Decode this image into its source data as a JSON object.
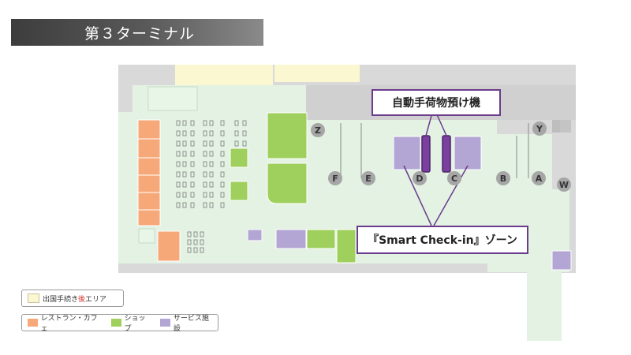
{
  "title": "第３ターミナル",
  "callouts": {
    "baggage_drop": "自動手荷物預け機",
    "smart_checkin": "『Smart Check-in』ゾーン"
  },
  "counters": [
    "Z",
    "Y",
    "F",
    "E",
    "D",
    "C",
    "B",
    "A",
    "W"
  ],
  "legend": {
    "departure_area_pre": "出国手続き",
    "departure_area_highlight": "後",
    "departure_area_post": "エリア",
    "restaurant": "レストラン・カフェ",
    "shop": "ショップ",
    "service": "サービス施設"
  },
  "colors": {
    "floor": "#e3f2e3",
    "building_gray": "#d9d9d9",
    "after_departure": "#fbf7d0",
    "restaurant": "#f7a878",
    "shop": "#9fcf5c",
    "service": "#b3a6d4",
    "highlight_purple": "#6a3c8c",
    "counter_circle": "#a6a6a6"
  }
}
